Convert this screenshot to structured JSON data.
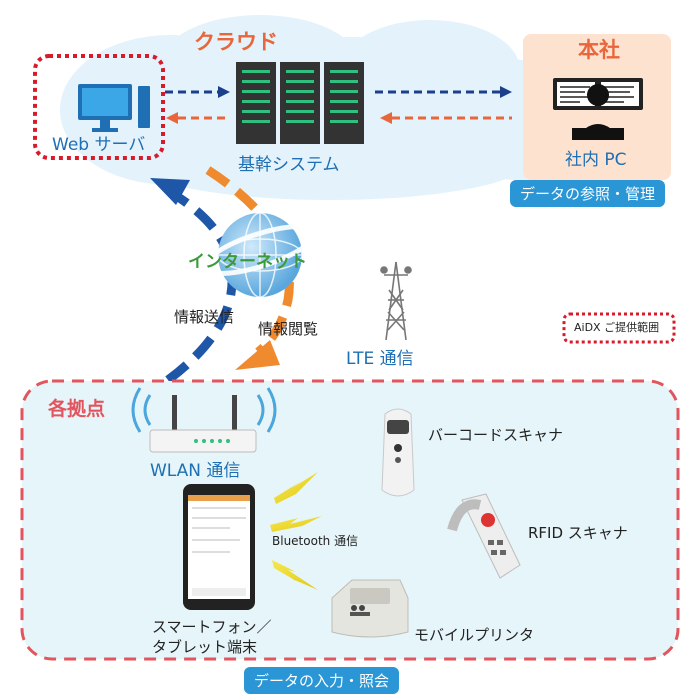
{
  "cloud": {
    "title": "クラウド",
    "core_system": "基幹システム",
    "web_server": "Web サーバ"
  },
  "hq": {
    "title": "本社",
    "pc": "社内 PC",
    "badge": "データの参照・管理"
  },
  "internet": {
    "label": "インターネット",
    "send": "情報送信",
    "view": "情報閲覧"
  },
  "lte": {
    "label": "LTE 通信"
  },
  "aidx": {
    "label": "AiDX ご提供範囲"
  },
  "site": {
    "title": "各拠点",
    "wlan": "WLAN 通信",
    "barcode": "バーコードスキャナ",
    "rfid": "RFID スキャナ",
    "bluetooth": "Bluetooth 通信",
    "smartphone_line1": "スマートフォン／",
    "smartphone_line2": "タブレット端末",
    "printer": "モバイルプリンタ",
    "badge": "データの入力・照会"
  },
  "colors": {
    "accent_orange": "#e8663a",
    "blue": "#1e6fb3",
    "red_dotted": "#d81b2b",
    "site_bg": "#e6f5f9",
    "badge_blue": "#2a96d6"
  }
}
